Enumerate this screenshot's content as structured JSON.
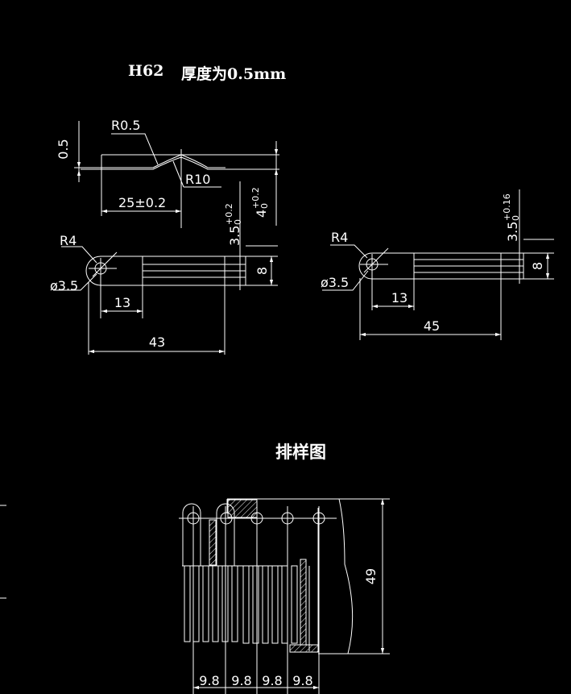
{
  "titles": {
    "material": "H62",
    "thickness": "厚度为0.5mm",
    "layout": "排样图"
  },
  "profile": {
    "thickness_dim": "0.5",
    "bend_radius_small": "R0.5",
    "bend_radius_large": "R10",
    "offset_dim": "25±0.2",
    "height_base": "4",
    "height_tol_upper": "+0.2",
    "height_tol_lower": "0"
  },
  "part_left": {
    "slot_base": "3.5",
    "slot_tol_upper": "+0.2",
    "slot_tol_lower": "0",
    "radius": "R4",
    "hole": "ø3.5",
    "width_dim": "8",
    "hole_to_slot": "13",
    "length": "43"
  },
  "part_right": {
    "slot_base": "3.5",
    "slot_tol_upper": "+0.16",
    "slot_tol_lower": "0",
    "radius": "R4",
    "hole": "ø3.5",
    "width_dim": "8",
    "hole_to_slot": "13",
    "length": "45"
  },
  "strip_layout": {
    "strip_width": "49",
    "pitches": [
      "9.8",
      "9.8",
      "9.8",
      "9.8"
    ]
  }
}
